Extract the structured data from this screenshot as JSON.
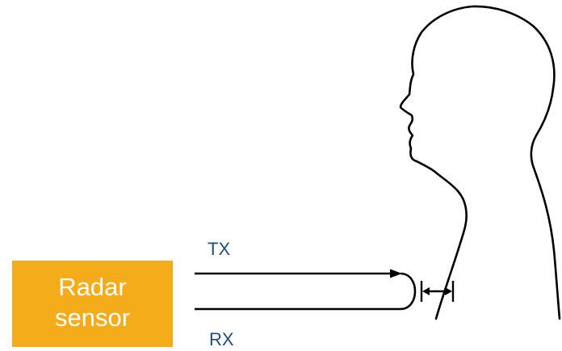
{
  "radar_sensor": {
    "line1": "Radar",
    "line2": "sensor"
  },
  "signals": {
    "tx": "TX",
    "rx": "RX"
  },
  "colors": {
    "radar_box": "#F5AC1A",
    "label_text": "#1F4E79",
    "outline": "#000000"
  }
}
